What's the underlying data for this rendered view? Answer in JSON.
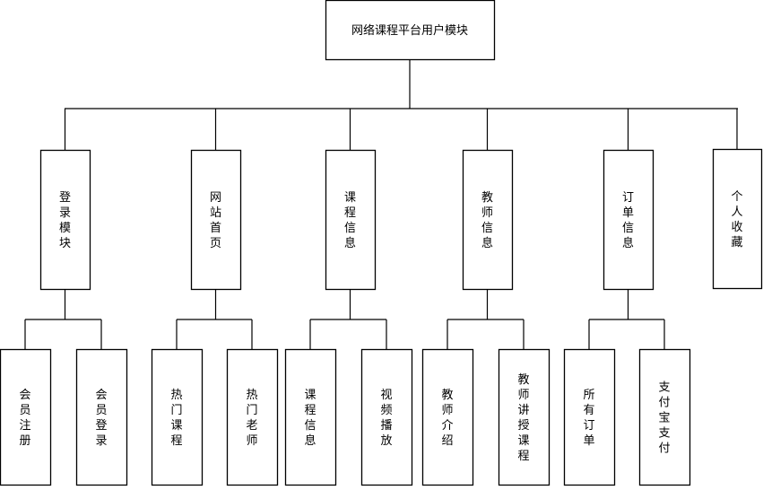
{
  "diagram": {
    "root": "网络课程平台用户模块",
    "modules": [
      {
        "label": "登录模块",
        "children": [
          "会员注册",
          "会员登录"
        ]
      },
      {
        "label": "网站首页",
        "children": [
          "热门课程",
          "热门老师"
        ]
      },
      {
        "label": "课程信息",
        "children": [
          "课程信息",
          "视频播放"
        ]
      },
      {
        "label": "教师信息",
        "children": [
          "教师介绍",
          "教师讲授课程"
        ]
      },
      {
        "label": "订单信息",
        "children": [
          "所有订单",
          "支付宝支付"
        ]
      },
      {
        "label": "个人收藏",
        "children": []
      }
    ]
  }
}
